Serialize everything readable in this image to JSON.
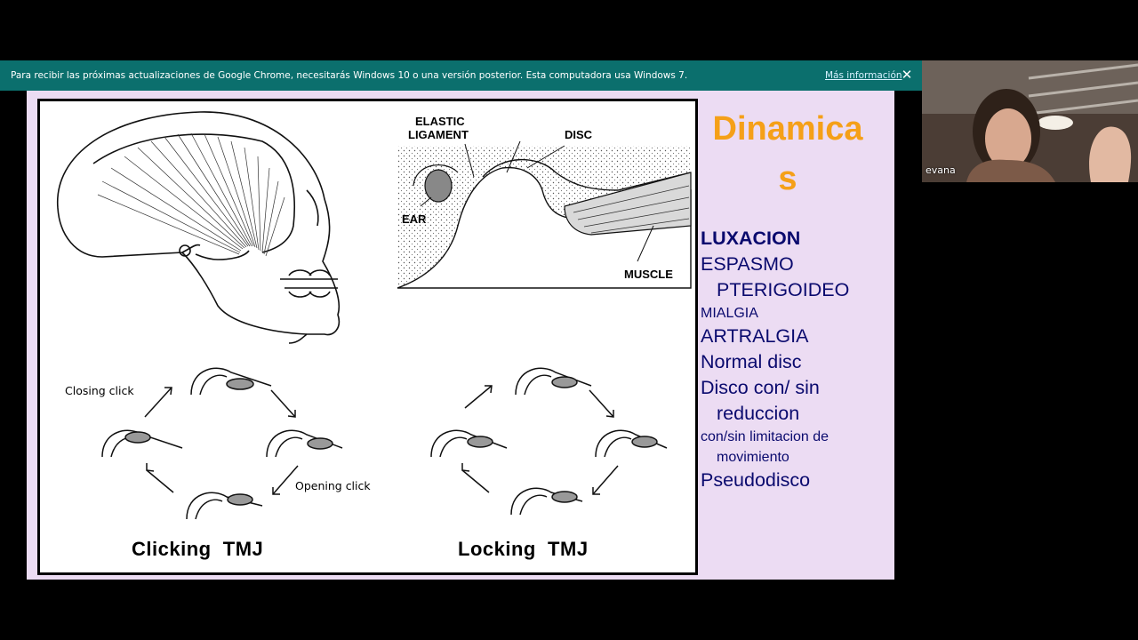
{
  "infobar": {
    "message": "Para recibir las próximas actualizaciones de Google Chrome, necesitarás Windows 10 o una versión posterior. Esta computadora usa Windows 7.",
    "link": "Más información",
    "close": "✕"
  },
  "slide": {
    "title_line1": "Dinamica",
    "title_line2": "s",
    "bullets": [
      "LUXACION",
      "ESPASMO",
      "PTERIGOIDEO",
      "MIALGIA",
      "ARTRALGIA",
      "Normal disc",
      "Disco con/ sin",
      "reduccion",
      "con/sin limitacion de",
      "movimiento",
      "Pseudodisco"
    ],
    "figure": {
      "elastic": "ELASTIC",
      "ligament": "LIGAMENT",
      "disc": "DISC",
      "ear": "EAR",
      "muscle": "MUSCLE",
      "closing_click": "Closing click",
      "opening_click": "Opening click",
      "caption_left": "Clicking  TMJ",
      "caption_right": "Locking  TMJ"
    }
  },
  "video": {
    "participant": "evana"
  }
}
